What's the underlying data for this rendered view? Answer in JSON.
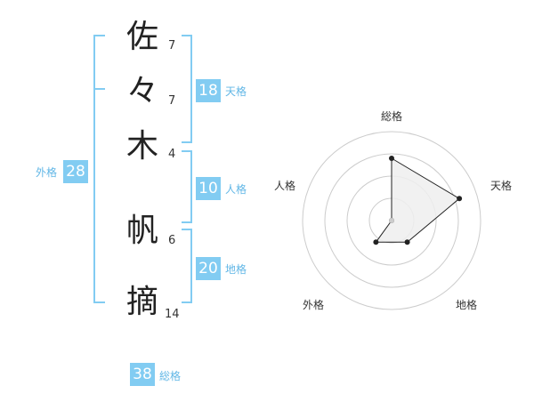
{
  "name": {
    "chars": [
      {
        "char": "佐",
        "strokes": "7"
      },
      {
        "char": "々",
        "strokes": "7"
      },
      {
        "char": "木",
        "strokes": "4"
      },
      {
        "char": "帆",
        "strokes": "6"
      },
      {
        "char": "摘",
        "strokes": "14"
      }
    ]
  },
  "kakusu": {
    "tenkaku": {
      "value": "18",
      "label": "天格"
    },
    "jinkaku": {
      "value": "10",
      "label": "人格"
    },
    "chikaku": {
      "value": "20",
      "label": "地格"
    },
    "gaikaku": {
      "value": "28",
      "label": "外格"
    },
    "soukaku": {
      "value": "38",
      "label": "総格"
    }
  },
  "chart_data": {
    "type": "radar",
    "axes": [
      "総格",
      "天格",
      "地格",
      "外格",
      "人格"
    ],
    "values": [
      3.5,
      4,
      1.5,
      1.5,
      0
    ],
    "max": 5,
    "rings": 4,
    "colors": {
      "fill": "#eeeeee",
      "line": "#222222",
      "grid": "#cccccc"
    }
  },
  "colors": {
    "accent": "#82ccf2",
    "accent_text": "#62b7e6"
  }
}
